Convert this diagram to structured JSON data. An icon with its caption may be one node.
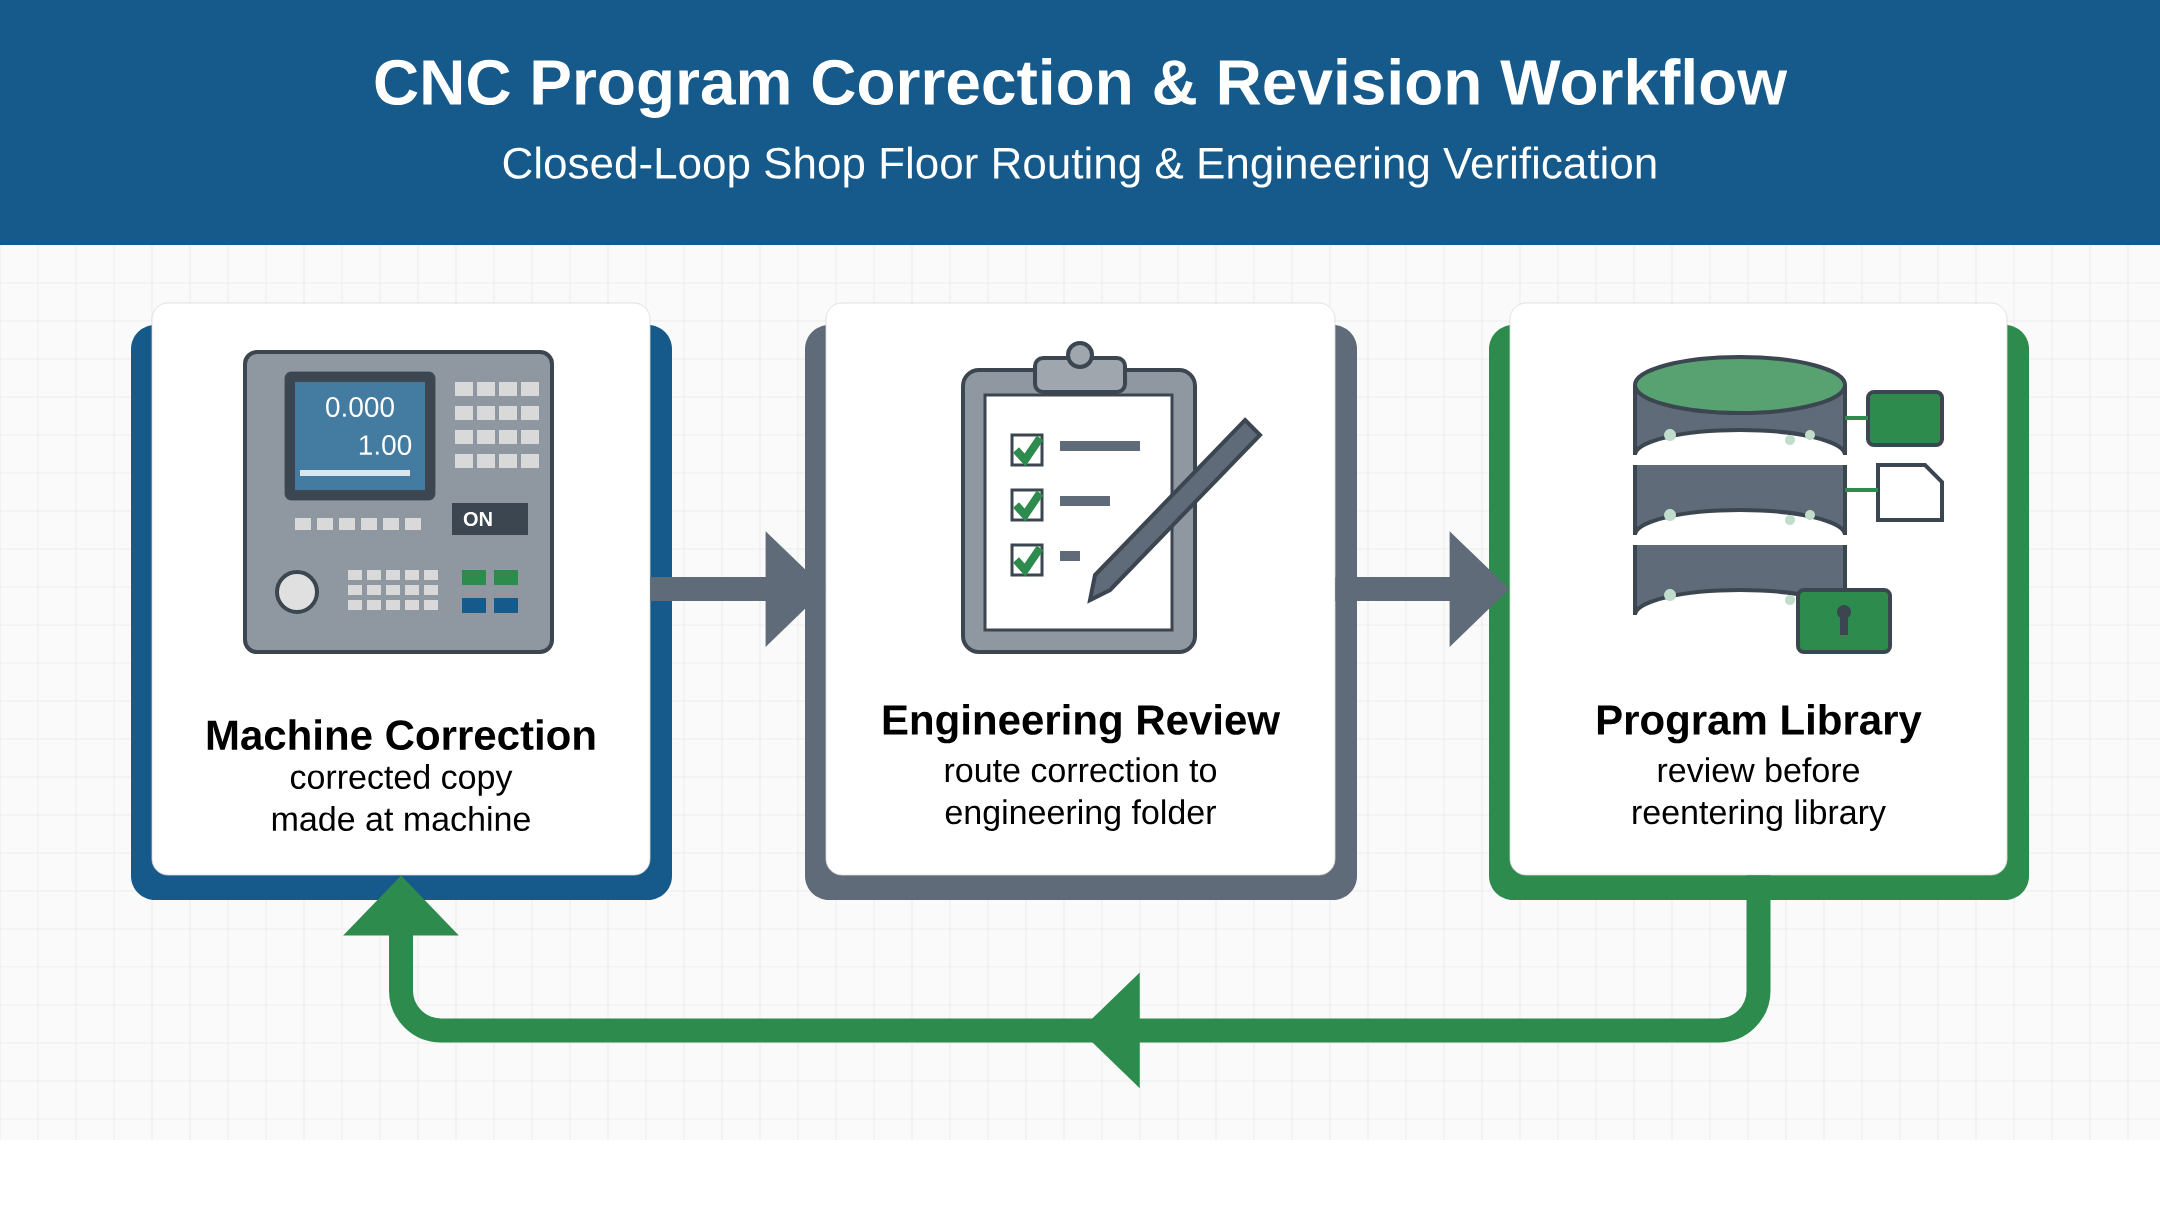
{
  "diagram": {
    "title": "CNC Program Correction & Revision Workflow",
    "caption": "Closed-Loop Shop Floor Routing & Engineering Verification",
    "nodes": [
      {
        "text": [
          "Machine Correction",
          "corrected copy made at machine"
        ]
      },
      {
        "text": [
          "Engineering Review",
          "route correction to engineering folder"
        ]
      },
      {
        "text": [
          "Program Library",
          "review before reentering library"
        ]
      }
    ],
    "edges": [
      {
        "from": 0,
        "to": 1,
        "arrow": "to"
      },
      {
        "from": 1,
        "to": 2,
        "arrow": "to"
      },
      {
        "from": 2,
        "to": 0,
        "arrow": "to",
        "color": "#2e8b4e"
      }
    ],
    "labels": [
      "0.000",
      "1.00",
      "ON"
    ]
  }
}
